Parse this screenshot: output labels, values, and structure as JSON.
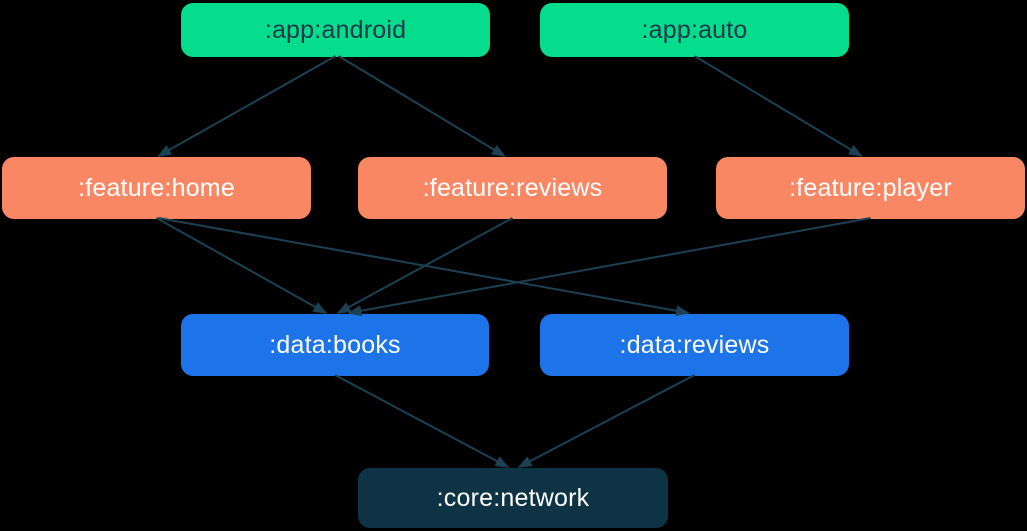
{
  "diagram": {
    "kind": "module-dependency-graph",
    "nodes": [
      {
        "id": "app-android",
        "label": ":app:android",
        "type": "app"
      },
      {
        "id": "app-auto",
        "label": ":app:auto",
        "type": "app"
      },
      {
        "id": "feature-home",
        "label": ":feature:home",
        "type": "feature"
      },
      {
        "id": "feature-reviews",
        "label": ":feature:reviews",
        "type": "feature"
      },
      {
        "id": "feature-player",
        "label": ":feature:player",
        "type": "feature"
      },
      {
        "id": "data-books",
        "label": ":data:books",
        "type": "data"
      },
      {
        "id": "data-reviews",
        "label": ":data:reviews",
        "type": "data"
      },
      {
        "id": "core-network",
        "label": ":core:network",
        "type": "core"
      }
    ],
    "edges": [
      {
        "from": "app-android",
        "to": "feature-home"
      },
      {
        "from": "app-android",
        "to": "feature-reviews"
      },
      {
        "from": "app-auto",
        "to": "feature-player"
      },
      {
        "from": "feature-home",
        "to": "data-books"
      },
      {
        "from": "feature-home",
        "to": "data-reviews"
      },
      {
        "from": "feature-reviews",
        "to": "data-books"
      },
      {
        "from": "feature-player",
        "to": "data-books"
      },
      {
        "from": "data-books",
        "to": "core-network"
      },
      {
        "from": "data-reviews",
        "to": "core-network"
      }
    ],
    "colors": {
      "background": "#000000",
      "app": "#05DC8C",
      "feature": "#FA8764",
      "data": "#1D74E8",
      "core": "#0D3344",
      "arrow": "#1B4153",
      "label_dark": "#16384A",
      "label_light": "#FFFFFF"
    }
  }
}
